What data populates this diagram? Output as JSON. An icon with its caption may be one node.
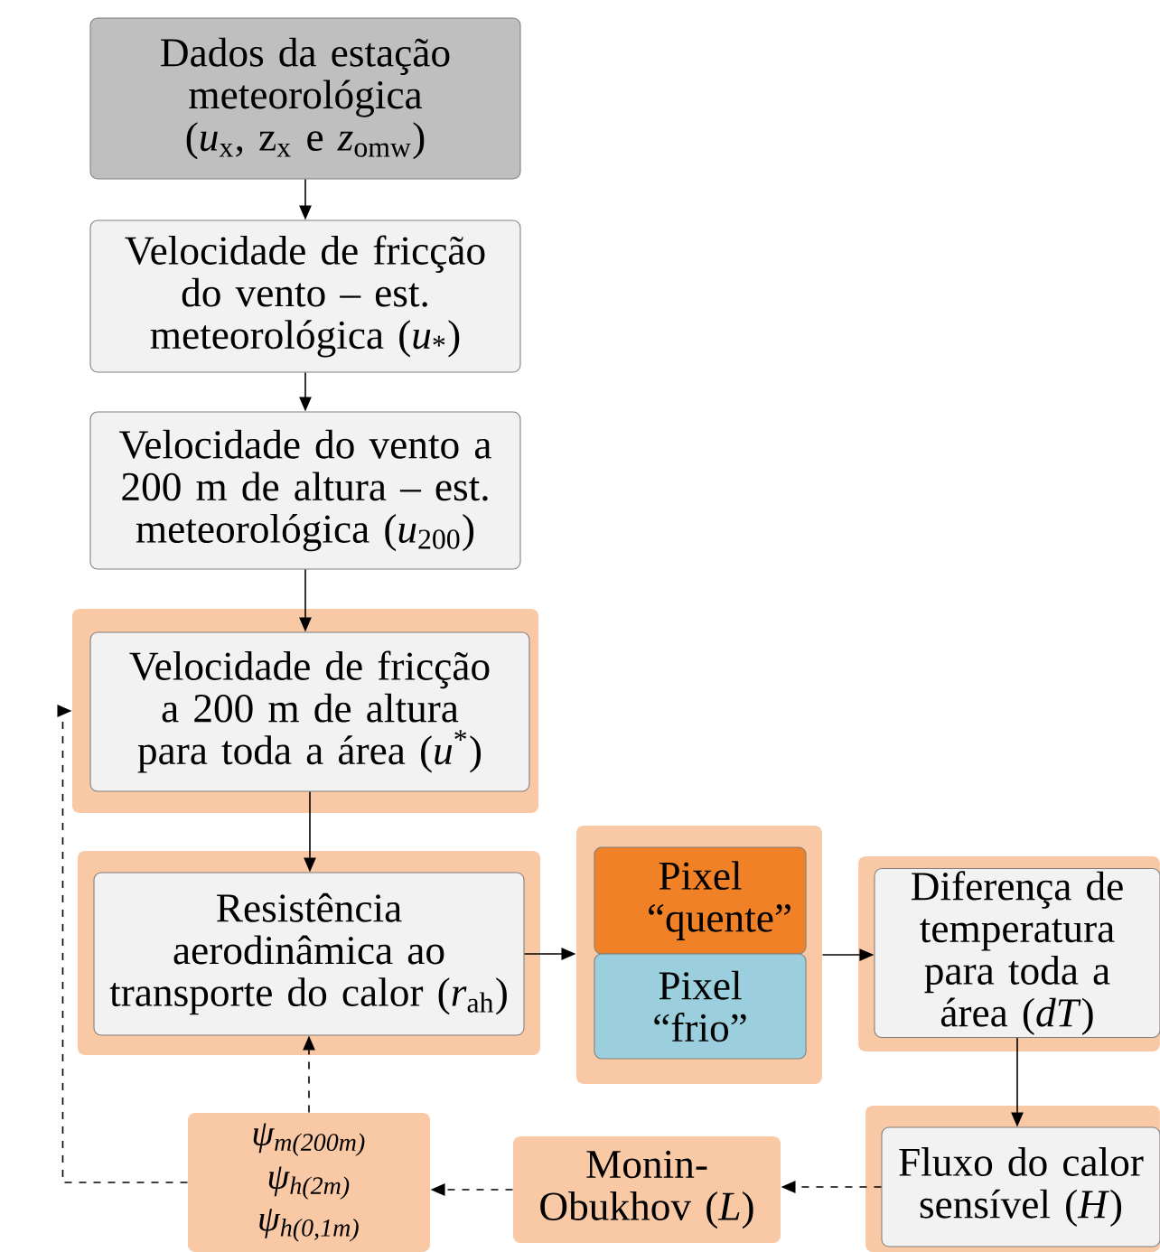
{
  "diagram": {
    "nodes": [
      {
        "text": [
          "Dados da estação meteorológica (*u*$_{x}$, z$_{x}$ e *z*$_{omw}$)"
        ]
      },
      {
        "text": [
          "Velocidade de fricção do vento – est. meteorológica (*u*$_{*}$)"
        ]
      },
      {
        "text": [
          "Velocidade do vento a 200 m de altura – est. meteorológica (*u*$_{200}$)"
        ]
      },
      {
        "text": [],
        "shape": "box"
      },
      {
        "text": [
          "Velocidade de fricção a 200 m de altura para toda a área (*u*$^{*}$)"
        ],
        "in": 3
      },
      {
        "text": [],
        "shape": "box"
      },
      {
        "text": [
          "Resistência aerodinâmica ao transporte do calor (*r*$_{ah}$)"
        ],
        "in": 5
      },
      {
        "text": [],
        "shape": "box"
      },
      {
        "text": [
          "Pixel “quente”"
        ],
        "in": 7
      },
      {
        "text": [
          "Pixel “frio”"
        ],
        "in": 7
      },
      {
        "text": [],
        "shape": "box"
      },
      {
        "text": [
          "Diferença de temperatura para toda a área (*dT*)"
        ],
        "in": 10
      },
      {
        "text": [],
        "shape": "box"
      },
      {
        "text": [
          "Fluxo do calor sensível (*H*)"
        ],
        "in": 12
      },
      {
        "text": [
          "Monin-Obukhov (*L*)"
        ]
      },
      {
        "text": [
          "ψ$_{m(200m)}$",
          "ψ$_{h(2m)}$",
          "ψ$_{h(0,1m)}$"
        ]
      }
    ],
    "edges": [
      {
        "from": 0,
        "to": 1,
        "arrow": "to"
      },
      {
        "from": 1,
        "to": 2,
        "arrow": "to"
      },
      {
        "from": 2,
        "to": 4,
        "arrow": "to"
      },
      {
        "from": 4,
        "to": 6,
        "arrow": "to"
      },
      {
        "from": 6,
        "to": 7,
        "arrow": "to"
      },
      {
        "from": 7,
        "to": 11,
        "arrow": "to"
      },
      {
        "from": 11,
        "to": 13,
        "arrow": "to"
      },
      {
        "from": 13,
        "to": 14,
        "arrow": "to",
        "style": "dashed"
      },
      {
        "from": 14,
        "to": 15,
        "arrow": "to",
        "style": "dashed"
      },
      {
        "from": 15,
        "to": 6,
        "arrow": "to",
        "style": "dashed"
      },
      {
        "from": 15,
        "to": 3,
        "arrow": "to",
        "style": "dashed"
      }
    ]
  }
}
